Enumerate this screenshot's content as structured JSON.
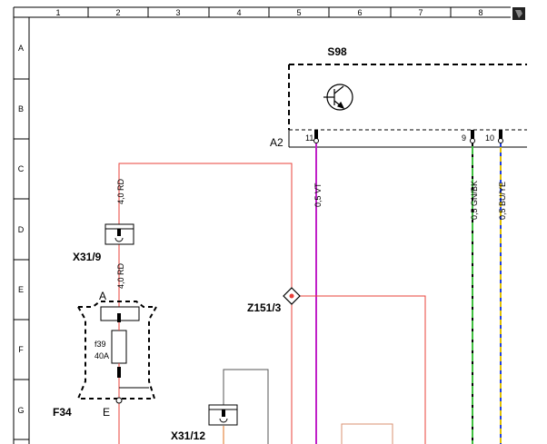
{
  "grid": {
    "columns": [
      "1",
      "2",
      "3",
      "4",
      "5",
      "6",
      "7",
      "8"
    ],
    "rows": [
      "A",
      "B",
      "C",
      "D",
      "E",
      "F",
      "G"
    ]
  },
  "components": {
    "s98": {
      "name": "S98",
      "connector": "A2",
      "pins": [
        "11",
        "9",
        "10"
      ]
    },
    "x31_9": {
      "name": "X31/9"
    },
    "x31_12": {
      "name": "X31/12"
    },
    "z151_3": {
      "name": "Z151/3"
    },
    "f34": {
      "name": "F34",
      "fuse_name": "f39",
      "fuse_rating": "40A",
      "terminal_top": "A",
      "terminal_bottom": "E"
    }
  },
  "wires": {
    "rd_top": "4,0 RD",
    "rd_mid": "4,0 RD",
    "vt": "0,5 VT",
    "gn_bk": "0,5 GN/BK",
    "bu_ye": "0,5 BU/YE"
  },
  "icons": {
    "transistor": "transistor-icon",
    "corner": "page-corner-icon"
  },
  "colors": {
    "red": "#e8403a",
    "violet": "#c020c8",
    "green": "#40c040",
    "yellow": "#e0c000",
    "blue": "#2040e0",
    "gray": "#555555",
    "orange": "#e07020",
    "salmon": "#d89070"
  }
}
